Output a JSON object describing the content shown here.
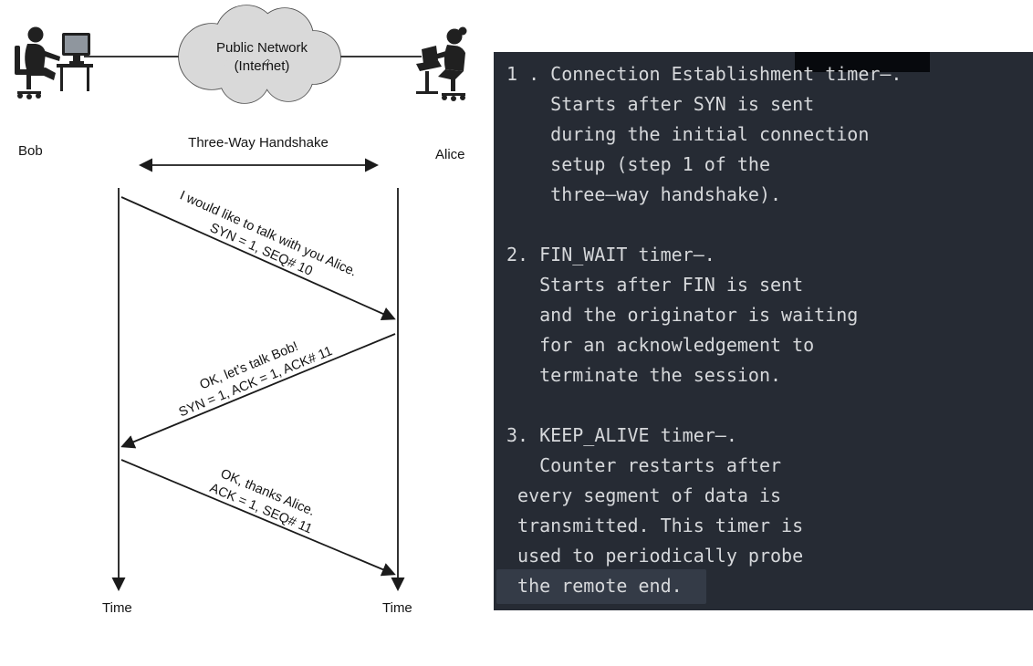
{
  "diagram": {
    "cloud": {
      "line1": "Public Network",
      "line2": "(Internet)"
    },
    "actors": {
      "left": "Bob",
      "right": "Alice"
    },
    "handshake_label": "Three-Way Handshake",
    "time_label_left": "Time",
    "time_label_right": "Time",
    "messages": [
      {
        "direction": "bob-to-alice",
        "text": "I would like to talk with you Alice.",
        "flags": "SYN = 1, SEQ# 10"
      },
      {
        "direction": "alice-to-bob",
        "text": "OK, let’s talk Bob!",
        "flags": "SYN = 1, ACK = 1, ACK# 11"
      },
      {
        "direction": "bob-to-alice",
        "text": "OK, thanks Alice.",
        "flags": "ACK = 1, SEQ# 11"
      }
    ]
  },
  "panel": {
    "colors": {
      "background": "#262b34",
      "text": "#d6d8db",
      "highlight_top": "#07090d",
      "highlight_bottom": "#343b47"
    },
    "lines": [
      "1 . Connection Establishment timer—.",
      "    Starts after SYN is sent",
      "    during the initial connection",
      "    setup (step 1 of the",
      "    three—way handshake).",
      "",
      "2. FIN_WAIT timer—.",
      "   Starts after FIN is sent",
      "   and the originator is waiting",
      "   for an acknowledgement to",
      "   terminate the session.",
      "",
      "3. KEEP_ALIVE timer—.",
      "   Counter restarts after",
      " every segment of data is",
      " transmitted. This timer is",
      " used to periodically probe",
      " the remote end."
    ]
  }
}
